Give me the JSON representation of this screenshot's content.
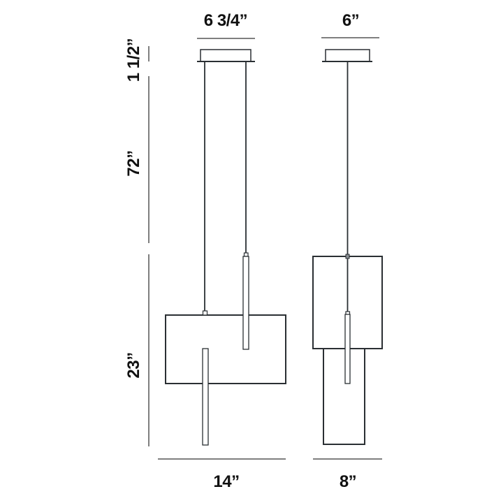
{
  "diagram": {
    "type": "dimension-drawing",
    "subject": "pendant light fixture",
    "views": [
      "front",
      "side"
    ],
    "colors": {
      "line": "#2a2f33",
      "dimension_line": "#555555",
      "text": "#111111",
      "background": "#ffffff"
    }
  },
  "dimensions": {
    "canopy_front_width": "6 3/4”",
    "canopy_side_width": "6”",
    "canopy_height": "1 1/2”",
    "cable_length": "72”",
    "fixture_height": "23”",
    "fixture_front_width": "14”",
    "fixture_side_width": "8”"
  }
}
